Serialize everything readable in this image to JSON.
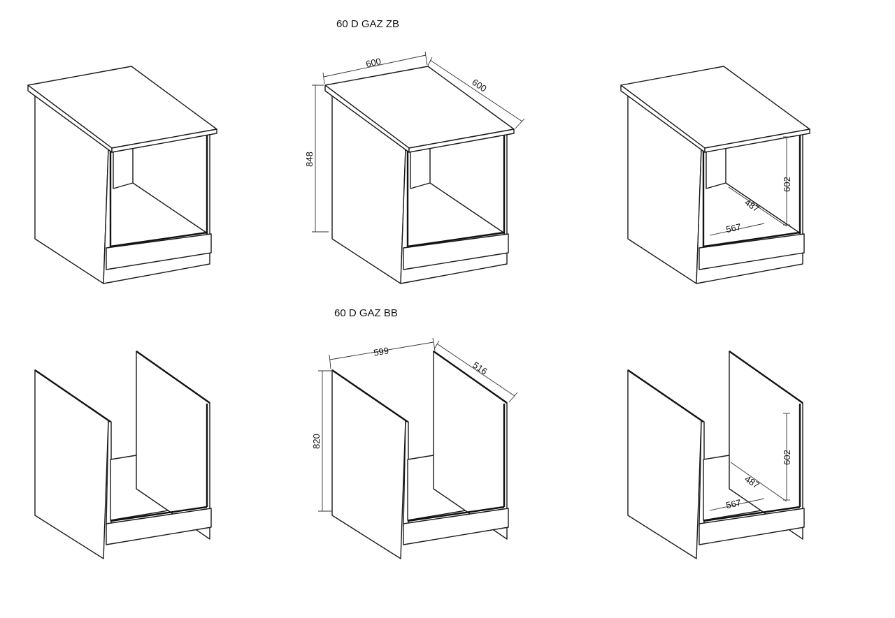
{
  "sections": [
    {
      "title": "60 D GAZ ZB",
      "dimensions": {
        "width": "600",
        "depth": "600",
        "height": "848"
      },
      "niche": {
        "height": "602",
        "depth": "487",
        "width": "567"
      }
    },
    {
      "title": "60 D GAZ BB",
      "dimensions": {
        "width": "599",
        "depth": "516",
        "height": "820"
      },
      "niche": {
        "height": "602",
        "depth": "487",
        "width": "567"
      }
    }
  ]
}
